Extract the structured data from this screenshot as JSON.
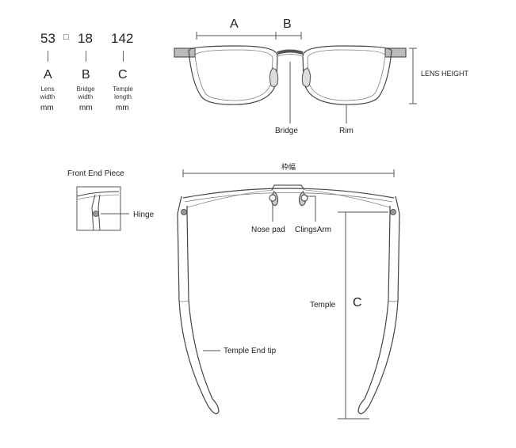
{
  "measurements": {
    "lens_width": {
      "value": "53",
      "letter": "A",
      "label_line1": "Lens",
      "label_line2": "width",
      "unit": "mm"
    },
    "separator_symbol": "□",
    "bridge_width": {
      "value": "18",
      "letter": "B",
      "label_line1": "Bridge",
      "label_line2": "width",
      "unit": "mm"
    },
    "temple_length": {
      "value": "142",
      "letter": "C",
      "label_line1": "Temple",
      "label_line2": "length",
      "unit": "mm"
    }
  },
  "front_view": {
    "dim_a": "A",
    "dim_b": "B",
    "lens_height": "LENS HEIGHT",
    "bridge": "Bridge",
    "rim": "Rim"
  },
  "top_view": {
    "frame_width": "枠幅",
    "front_end_piece": "Front End Piece",
    "hinge": "Hinge",
    "nose_pad": "Nose pad",
    "clings_arm": "ClingsArm",
    "temple": "Temple",
    "temple_letter": "C",
    "temple_end_tip": "Temple End tip"
  }
}
